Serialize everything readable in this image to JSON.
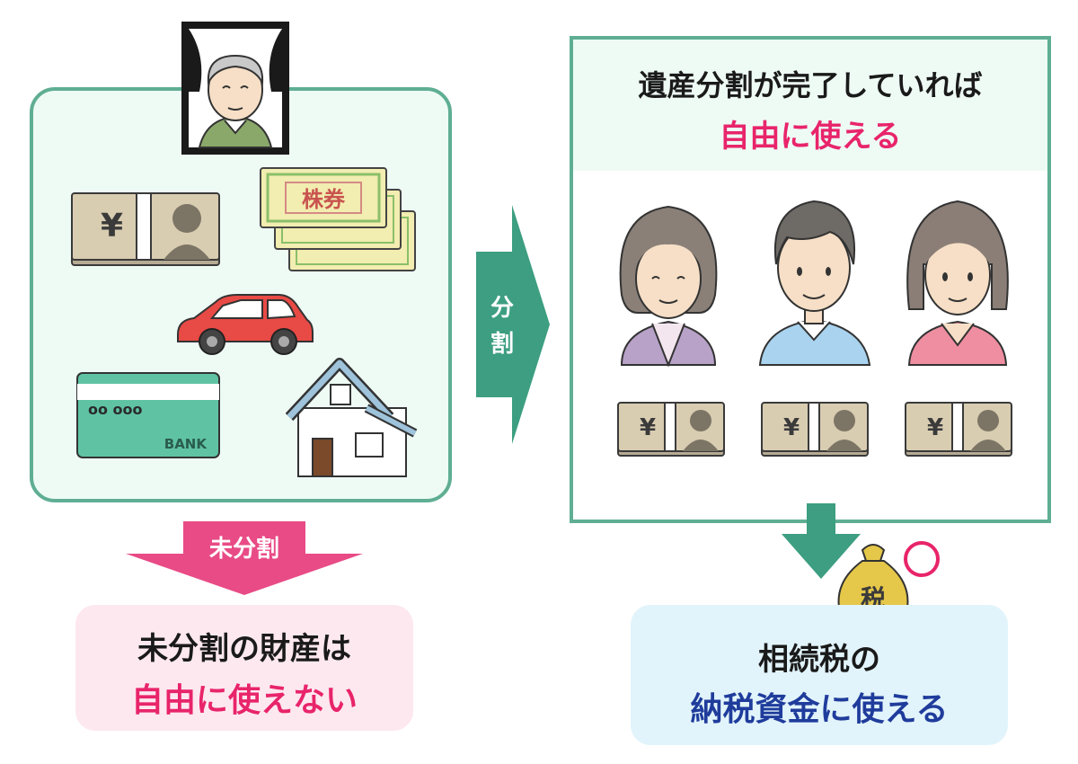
{
  "left": {
    "stock_label": "株券",
    "card_dots": "oo ooo",
    "card_bank": "BANK",
    "yen_symbol": "¥"
  },
  "arrow_right_label": [
    "分",
    "割"
  ],
  "right": {
    "header_line1": "遺産分割が完了していれば",
    "header_line2": "自由に使える"
  },
  "undivided": {
    "arrow_label": "未分割",
    "box_line1": "未分割の財産は",
    "box_line2": "自由に使えない"
  },
  "tax": {
    "bag_label": "税",
    "box_line1": "相続税の",
    "box_line2": "納税資金に使える"
  },
  "colors": {
    "green_border": "#5fae93",
    "light_mint": "#eefbf5",
    "pink": "#e8246a",
    "pink_arrow": "#e84b86",
    "light_pink": "#fde8ef",
    "navy": "#1f3c9c",
    "light_blue": "#e2f4fb"
  }
}
